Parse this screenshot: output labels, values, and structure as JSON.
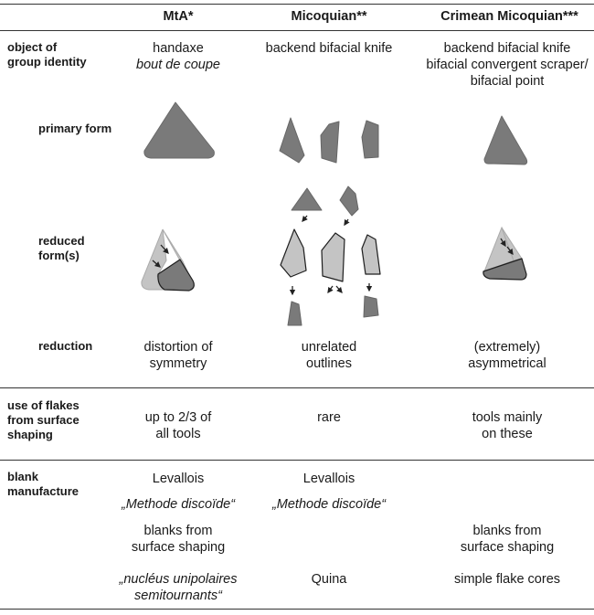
{
  "headers": {
    "col1": "MtA*",
    "col2": "Micoquian**",
    "col3": "Crimean Micoquian***"
  },
  "rows": {
    "object": {
      "label": [
        "object of",
        "group identity"
      ],
      "col1": [
        "handaxe",
        "bout de coupe"
      ],
      "col2": "backend bifacial knife",
      "col3": [
        "backend bifacial knife",
        "bifacial convergent scraper/",
        "bifacial point"
      ]
    },
    "primary_form": {
      "label": "primary form"
    },
    "reduced_forms": {
      "label": [
        "reduced",
        "form(s)"
      ]
    },
    "reduction": {
      "label": "reduction",
      "col1": [
        "distortion of",
        "symmetry"
      ],
      "col2": [
        "unrelated",
        "outlines"
      ],
      "col3": [
        "(extremely)",
        "asymmetrical"
      ]
    },
    "flakes": {
      "label": [
        "use of flakes",
        "from surface",
        "shaping"
      ],
      "col1": [
        "up to 2/3 of",
        "all tools"
      ],
      "col2": "rare",
      "col3": [
        "tools mainly",
        "on these"
      ]
    },
    "blank": {
      "label": [
        "blank",
        "manufacture"
      ],
      "r1": {
        "col1": "Levallois",
        "col2": "Levallois"
      },
      "r2": {
        "col1": "„Methode discoïde“",
        "col2": "„Methode discoïde“"
      },
      "r3": {
        "col1": [
          "blanks from",
          "surface shaping"
        ],
        "col3": [
          "blanks from",
          "surface shaping"
        ]
      },
      "r4": {
        "col1": [
          "„nucléus unipolaires",
          "semitournants“"
        ],
        "col2": "Quina",
        "col3": "simple flake cores"
      }
    }
  },
  "colors": {
    "dark_fill": "#7a7a7a",
    "light_fill": "#c4c4c4",
    "lighter_fill": "#bdbdbd",
    "outline": "#2a2a2a",
    "rule": "#333333"
  }
}
